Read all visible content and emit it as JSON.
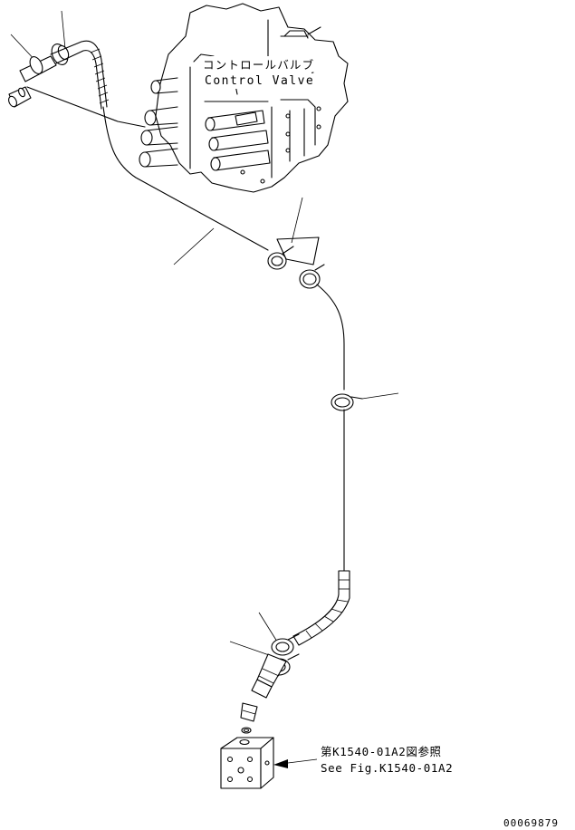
{
  "labels": {
    "control_valve_jp": "コントロールバルブ",
    "control_valve_en": "Control Valve",
    "ref_jp": "第K1540-01A2図参照",
    "ref_en": "See Fig.K1540-01A2"
  },
  "drawing_number": "00069879"
}
